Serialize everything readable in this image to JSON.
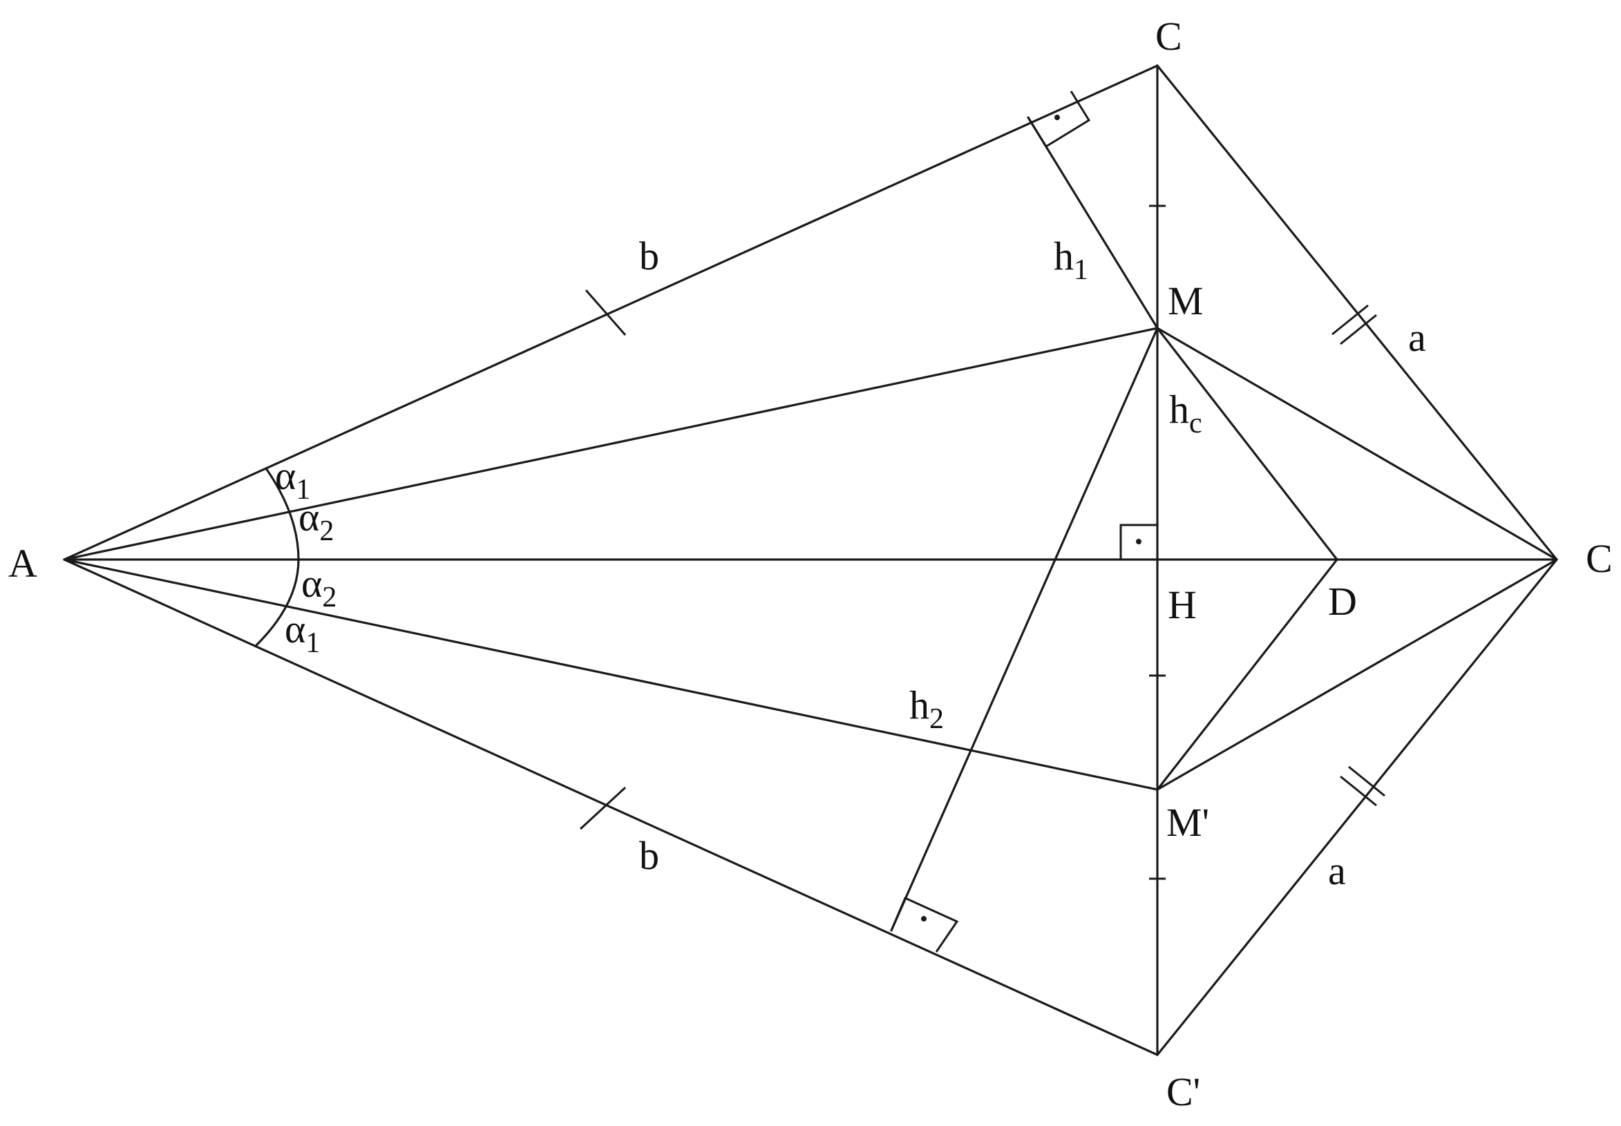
{
  "labels": {
    "A": "A",
    "C_top": "C",
    "C_right": "C",
    "C_bottom": "C'",
    "M": "M",
    "M_prime": "M'",
    "H": "H",
    "D": "D",
    "b_top": "b",
    "b_bottom": "b",
    "a_top": "a",
    "a_bottom": "a",
    "h": "h",
    "h1_sub": "1",
    "h2_sub": "2",
    "hc_sub": "c",
    "alpha": "α",
    "alpha1_sub": "1",
    "alpha2_sub": "2"
  }
}
